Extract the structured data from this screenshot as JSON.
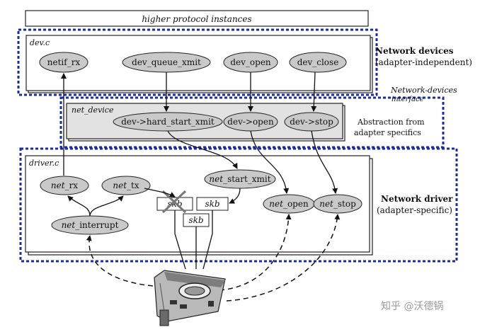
{
  "diagram": {
    "top_banner": "higher protocol instances",
    "layers": {
      "dev_c": {
        "file_label": "dev.c",
        "nodes": [
          "netif_rx",
          "dev_queue_xmit",
          "dev_open",
          "dev_close"
        ],
        "side_title": "Network devices",
        "side_subtitle": "(adapter-independent)"
      },
      "net_device": {
        "file_label": "net_device",
        "nodes": [
          "dev->hard_start_xmit",
          "dev->open",
          "dev->stop"
        ],
        "side_text_line1": "Abstraction from",
        "side_text_line2": "adapter specifics",
        "interface_label_line1": "Network-devices",
        "interface_label_line2": "interface"
      },
      "driver_c": {
        "file_label": "driver.c",
        "nodes": {
          "rx_prefix": "net",
          "rx_suffix": "_rx",
          "tx_prefix": "net",
          "tx_suffix": "_tx",
          "start_xmit_prefix": "net",
          "start_xmit_suffix": "_start_xmit",
          "open_prefix": "net",
          "open_suffix": "_open",
          "stop_prefix": "net",
          "stop_suffix": "_stop",
          "interrupt_prefix": "net",
          "interrupt_suffix": "_interrupt"
        },
        "buffers": [
          "skb",
          "skb",
          "skb"
        ],
        "side_title": "Network driver",
        "side_subtitle": "(adapter-specific)"
      }
    },
    "watermark": "知乎 @沃德锅",
    "colors": {
      "dotted_frame": "#1a2aa8",
      "node_fill": "#c9c9c9",
      "layer_fill": "#f7f7f7",
      "net_device_fill": "#e2e2e2"
    }
  }
}
